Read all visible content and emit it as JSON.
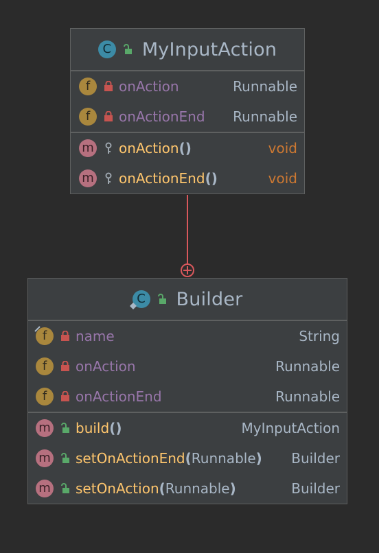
{
  "colors": {
    "background": "#2b2b2b",
    "box": "#3c3f41",
    "field_name": "#9876aa",
    "method_name": "#ffc66d",
    "void_type": "#cc7832",
    "text": "#a9b7c6",
    "connector": "#d9585c"
  },
  "classes": [
    {
      "title": "MyInputAction",
      "icon": "class-icon",
      "fields": [
        {
          "badge": "f",
          "name": "onAction",
          "type": "Runnable",
          "visibility": "private"
        },
        {
          "badge": "f",
          "name": "onActionEnd",
          "type": "Runnable",
          "visibility": "private"
        }
      ],
      "methods": [
        {
          "badge": "m",
          "name": "onAction",
          "paren_open": "(",
          "param": "",
          "paren_close": ")",
          "type": "void",
          "visibility": "package"
        },
        {
          "badge": "m",
          "name": "onActionEnd",
          "paren_open": "(",
          "param": "",
          "paren_close": ")",
          "type": "void",
          "visibility": "package"
        }
      ]
    },
    {
      "title": "Builder",
      "icon": "static-class-icon",
      "fields": [
        {
          "badge": "f",
          "name": "name",
          "type": "String",
          "visibility": "private"
        },
        {
          "badge": "f",
          "name": "onAction",
          "type": "Runnable",
          "visibility": "private"
        },
        {
          "badge": "f",
          "name": "onActionEnd",
          "type": "Runnable",
          "visibility": "private"
        }
      ],
      "methods": [
        {
          "badge": "m",
          "name": "build",
          "paren_open": "(",
          "param": "",
          "paren_close": ")",
          "type": "MyInputAction",
          "visibility": "public"
        },
        {
          "badge": "m",
          "name": "setOnActionEnd",
          "paren_open": "(",
          "param": "Runnable",
          "paren_close": ")",
          "type": "Builder",
          "visibility": "public"
        },
        {
          "badge": "m",
          "name": "setOnAction",
          "paren_open": "(",
          "param": "Runnable",
          "paren_close": ")",
          "type": "Builder",
          "visibility": "public"
        }
      ]
    }
  ],
  "badges": {
    "class": "C",
    "field": "f",
    "method": "m"
  }
}
